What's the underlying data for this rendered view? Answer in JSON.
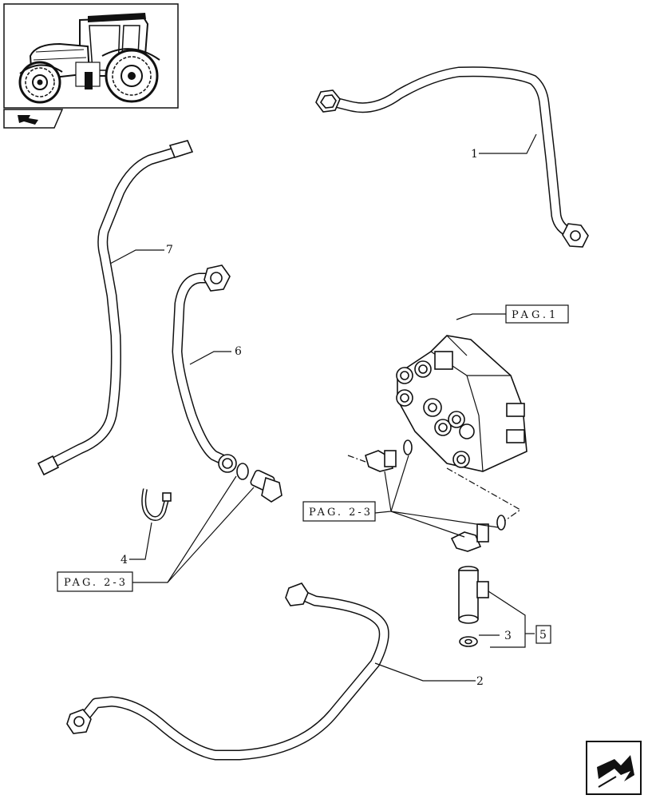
{
  "diagram": {
    "part_labels": {
      "p1": "1",
      "p2": "2",
      "p3": "3",
      "p4": "4",
      "p5": "5",
      "p6": "6",
      "p7": "7"
    },
    "references": {
      "pag1": "PAG.1",
      "pag23_left": "PAG. 2-3",
      "pag23_right": "PAG. 2-3"
    },
    "icons": {
      "thumbnail": "tractor-thumbnail-icon",
      "nav_small": "nav-arrow-icon",
      "nav_large": "next-page-arrow-icon"
    },
    "colors": {
      "line": "#111111",
      "background": "#ffffff"
    }
  }
}
